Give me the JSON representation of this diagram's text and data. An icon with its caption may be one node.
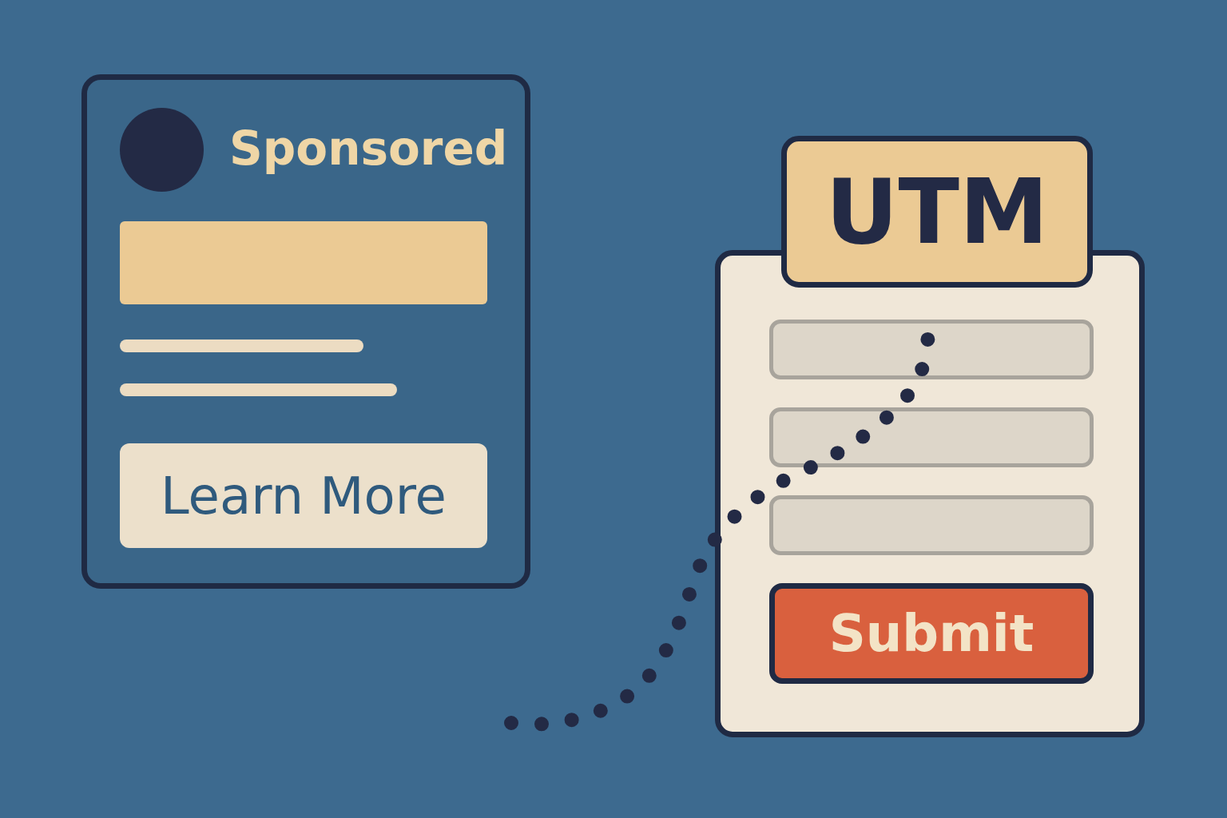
{
  "diagram": {
    "nodes": [
      {
        "text": [
          "Sponsored"
        ]
      },
      {
        "text": [],
        "shape": "circle",
        "in": 0
      },
      {
        "text": [],
        "shape": "bar",
        "in": 0
      },
      {
        "text": [],
        "shape": "bar",
        "in": 0
      },
      {
        "text": [],
        "shape": "bar",
        "in": 0
      },
      {
        "text": [
          "Learn More"
        ],
        "in": 0
      },
      {
        "text": [
          "UTM"
        ]
      },
      {
        "text": [],
        "shape": "box"
      },
      {
        "text": [],
        "shape": "box",
        "in": 7
      },
      {
        "text": [],
        "shape": "box",
        "in": 7
      },
      {
        "text": [],
        "shape": "box",
        "in": 7
      },
      {
        "text": [
          "Submit"
        ],
        "in": 7
      }
    ],
    "edges": [
      {
        "from": null,
        "to": 8,
        "arrow": "none",
        "style": "dashed"
      }
    ]
  }
}
